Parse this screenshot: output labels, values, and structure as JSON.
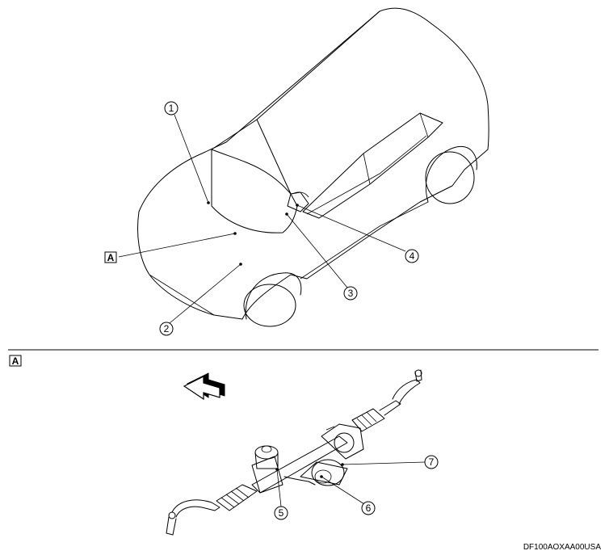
{
  "callouts": {
    "c1": "1",
    "c2": "2",
    "c3": "3",
    "c4": "4",
    "c5": "5",
    "c6": "6",
    "c7": "7"
  },
  "view_marker": "A",
  "image_code": "DF100AOXAA00USA",
  "icons": {
    "direction": "front-arrow-icon"
  }
}
